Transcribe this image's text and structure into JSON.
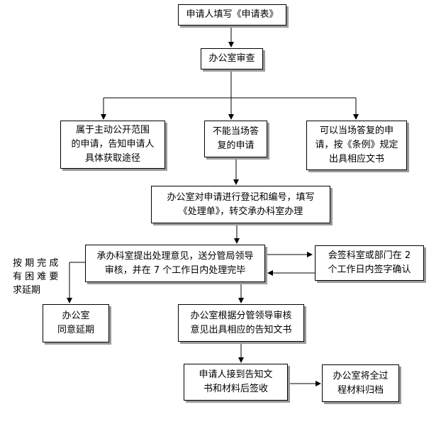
{
  "nodes": {
    "apply": "申请人填写《申请表》",
    "review": "办公室审查",
    "public": "属于主动公开范围的申请，告知申请人具体获取途径",
    "cannot_reply": "不能当场答复的申请",
    "can_reply": "可以当场答复的申请，按《条例》规定出具相应文书",
    "register": "办公室对申请进行登记和编号，填写《处理单》，转交承办科室办理",
    "handle": "承办科室提出处理意见，送分管局领导审核，并在7个工作日内处理完毕",
    "countersign": "会签科室或部门在2个工作日内签字确认",
    "side_note": "按期完成有困难要求延期",
    "extend": "办公室同意延期",
    "notice": "办公室根据分管领导审核意见出具相应的告知文书",
    "receive": "申请人接到告知文书和材料后签收",
    "archive": "办公室将全过程材料归档"
  },
  "display": {
    "apply": [
      "申请人填写《申请表》"
    ],
    "review": [
      "办公室审查"
    ],
    "public": [
      "属于主动公开范围",
      "的申请，告知申请人",
      "具体获取途径"
    ],
    "cannot_reply": [
      "不能当场答",
      "复的申请"
    ],
    "can_reply": [
      "可以当场答复的申",
      "请，按《条例》规定",
      "出具相应文书"
    ],
    "register": [
      "办公室对申请进行登记和编号，填写",
      "《处理单》，转交承办科室办理"
    ],
    "handle": [
      "承办科室提出处理意见，送分管局领导",
      "审核，并在 7 个工作日内处理完毕"
    ],
    "countersign": [
      "会签科室或部门在 2",
      "个工作日内签字确认"
    ],
    "side_note": [
      "按 期 完 成",
      "有 困 难 要",
      "求延期"
    ],
    "extend": [
      "办公室",
      "同意延期"
    ],
    "notice": [
      "办公室根据分管领导审核",
      "意见出具相应的告知文书"
    ],
    "receive": [
      "申请人接到告知文",
      "书和材料后签收"
    ],
    "archive": [
      "办公室将全过",
      "程材料归档"
    ]
  },
  "colors": {
    "line": "#000000",
    "shadow": "#9a9a9a",
    "background": "#ffffff"
  }
}
